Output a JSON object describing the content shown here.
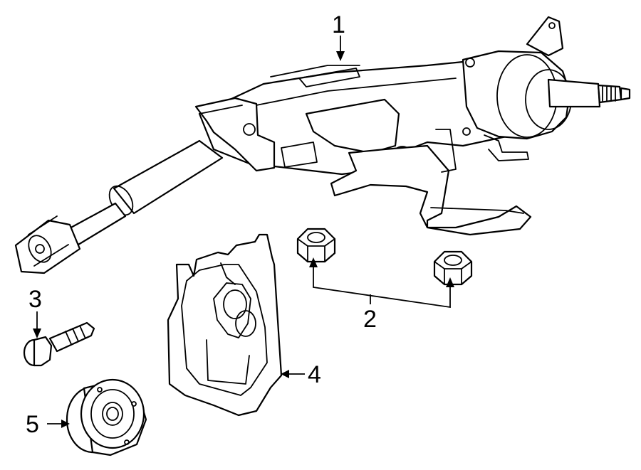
{
  "callouts": [
    {
      "id": "1",
      "label": "1"
    },
    {
      "id": "2",
      "label": "2"
    },
    {
      "id": "3",
      "label": "3"
    },
    {
      "id": "4",
      "label": "4"
    },
    {
      "id": "5",
      "label": "5"
    }
  ],
  "colors": {
    "line": "#000000",
    "fill": "#ffffff"
  }
}
